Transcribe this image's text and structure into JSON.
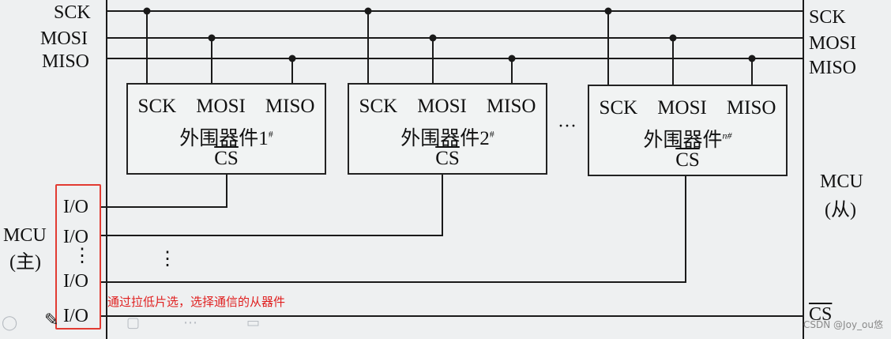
{
  "bus_signals": [
    "SCK",
    "MOSI",
    "MISO"
  ],
  "devices": [
    {
      "pins": [
        "SCK",
        "MOSI",
        "MISO"
      ],
      "name": "外围器件1",
      "suffix": "#",
      "cs": "CS"
    },
    {
      "pins": [
        "SCK",
        "MOSI",
        "MISO"
      ],
      "name": "外围器件2",
      "suffix": "#",
      "cs": "CS"
    },
    {
      "pins": [
        "SCK",
        "MOSI",
        "MISO"
      ],
      "name": "外围器件",
      "suffix": "n#",
      "cs": "CS"
    }
  ],
  "device_ellipsis": "···",
  "master": {
    "line1": "MCU",
    "line2": "(主)",
    "io": [
      "I/O",
      "I/O",
      "⋮",
      "I/O",
      "I/O"
    ],
    "vdots": "⋮"
  },
  "slave": {
    "line1": "MCU",
    "line2": "(从)",
    "pins": [
      "SCK",
      "MOSI",
      "MISO"
    ],
    "cs": "CS"
  },
  "annotation": "通过拉低片选，选择通信的从器件",
  "watermark": "CSDN @Joy_ou悠",
  "colors": {
    "line": "#1a1a1a",
    "annotation": "#e02020",
    "highlight_box": "#e23b32"
  }
}
